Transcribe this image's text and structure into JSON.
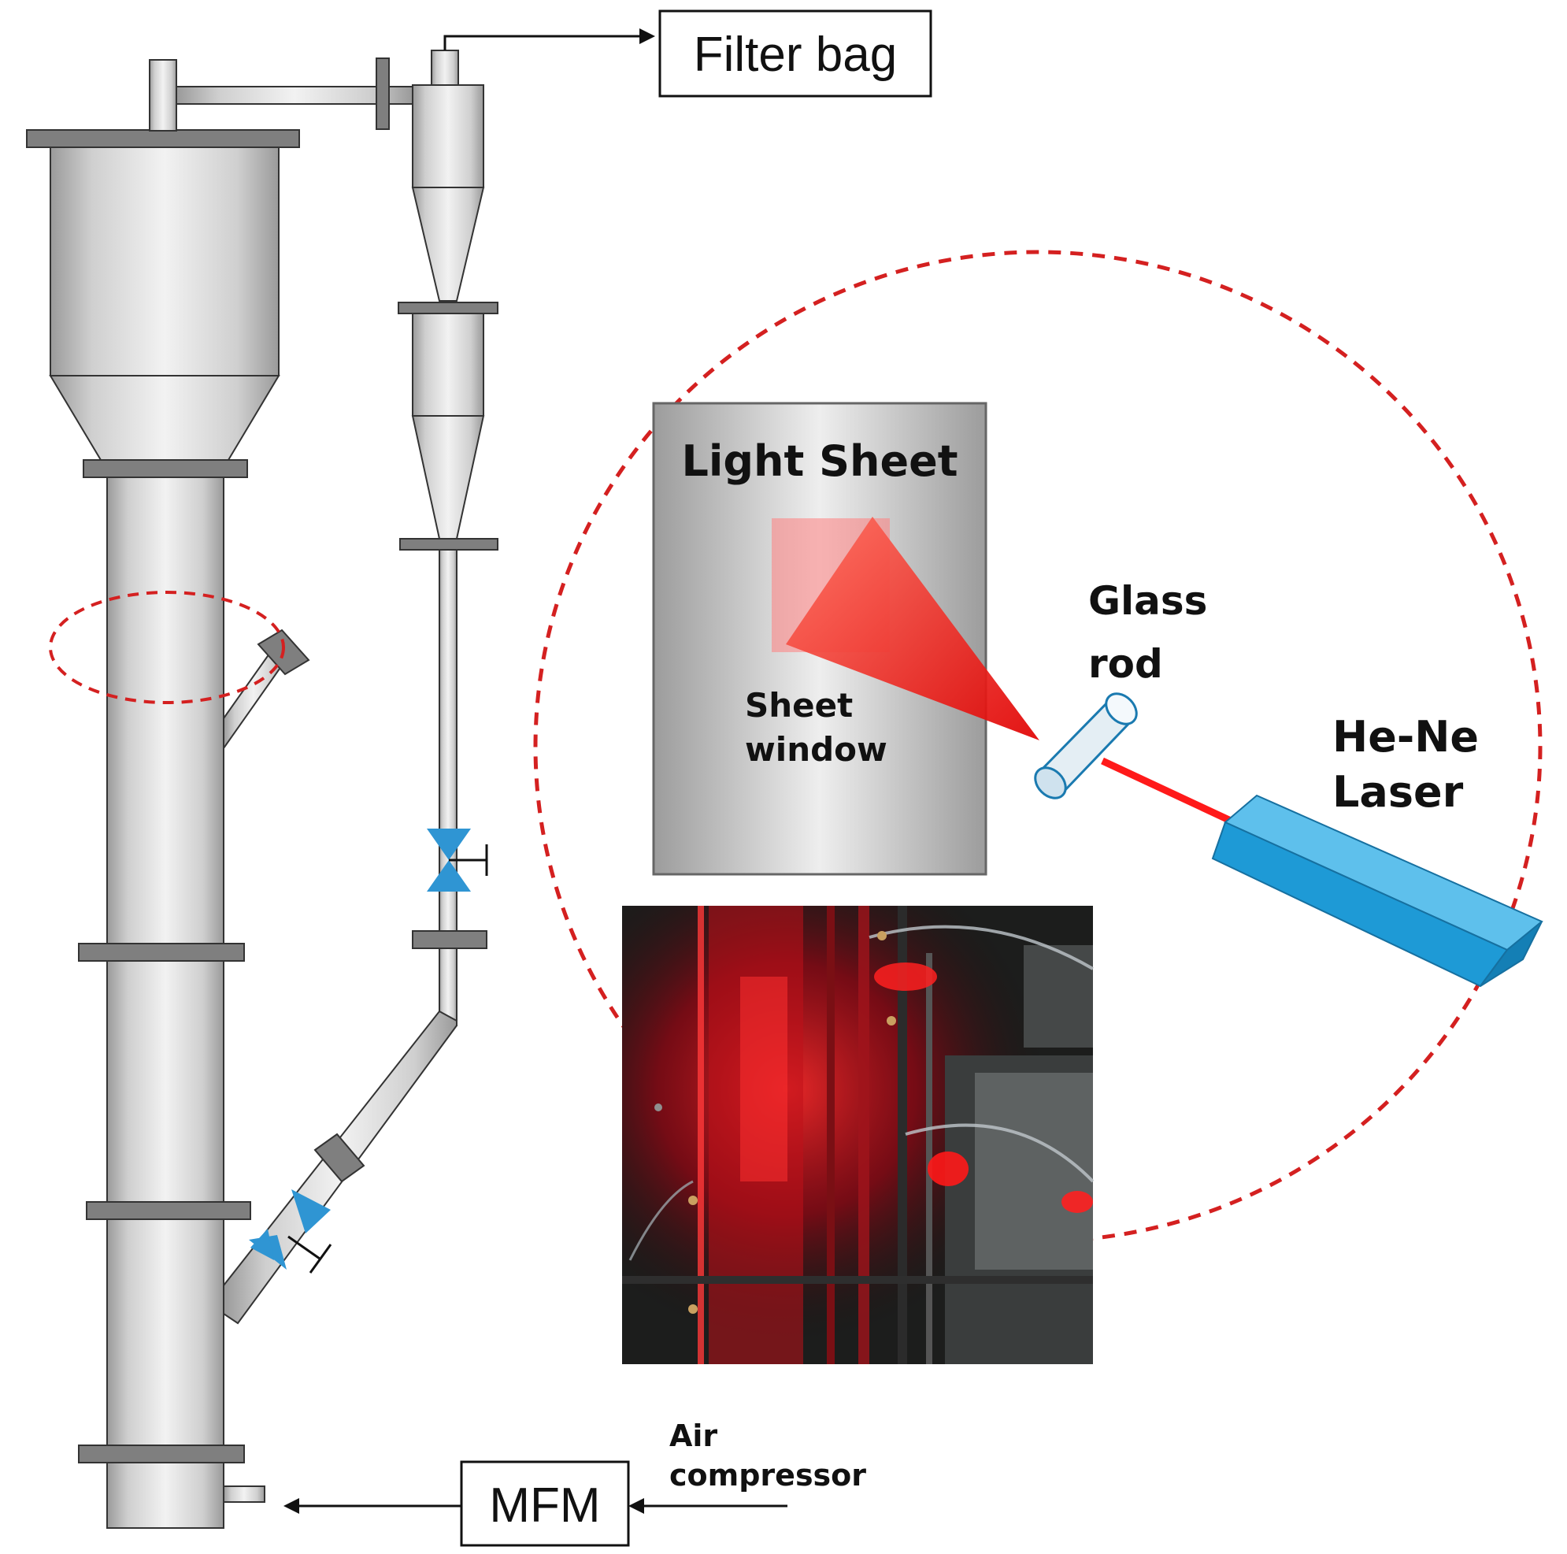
{
  "labels": {
    "filter_bag": "Filter bag",
    "light_sheet": "Light Sheet",
    "sheet_window_line1": "Sheet",
    "sheet_window_line2": "window",
    "glass_rod_line1": "Glass",
    "glass_rod_line2": "rod",
    "laser_line1": "He-Ne",
    "laser_line2": "Laser",
    "air_compressor_line1": "Air",
    "air_compressor_line2": "compressor",
    "mfm": "MFM"
  },
  "colors": {
    "vessel_fill": "#d9d9d9",
    "flange": "#7f7f7f",
    "valve": "#2f95d3",
    "laser_body": "#1e9ad6",
    "highlight_dashed": "#d42020",
    "laser_beam": "#ff1a1a"
  },
  "icons": {
    "valve": "gate-valve-icon",
    "photo": "laser-sheet-photo"
  }
}
